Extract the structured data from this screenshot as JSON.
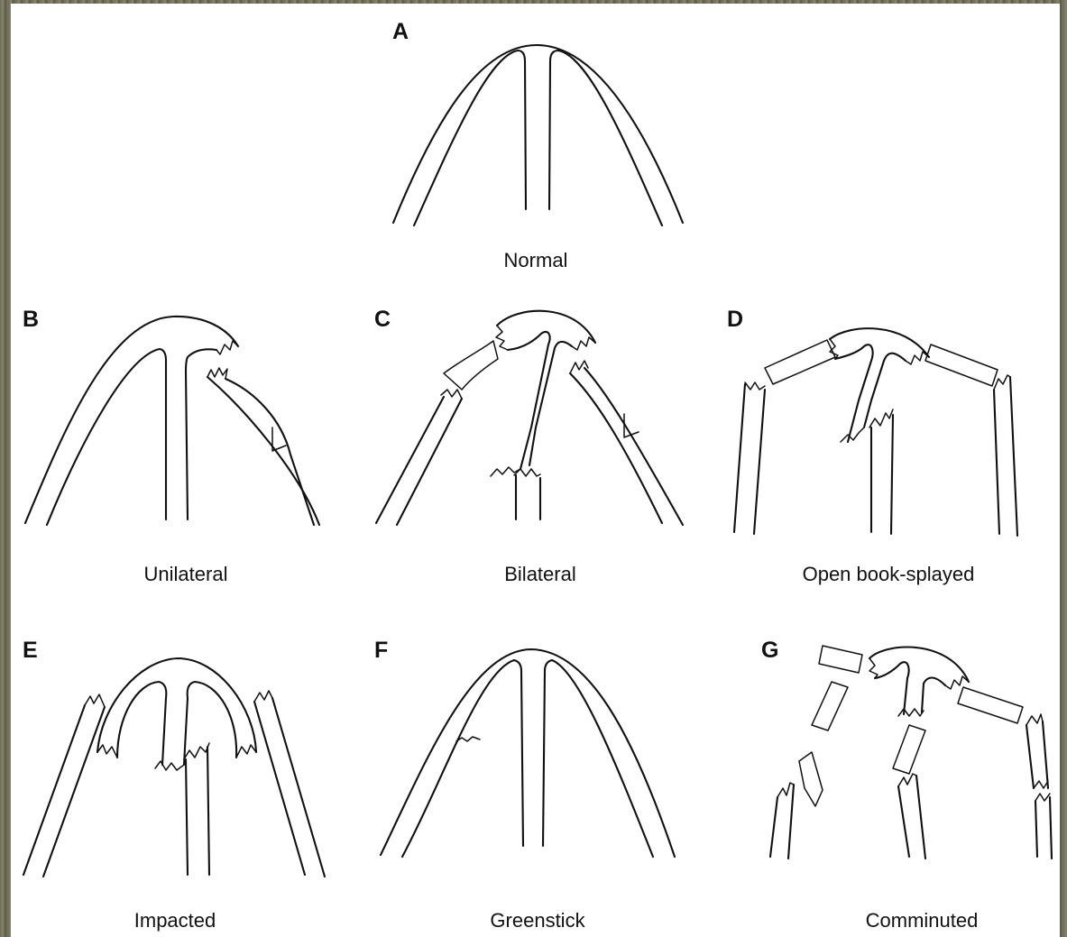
{
  "panels": [
    {
      "letter": "A",
      "caption": "Normal"
    },
    {
      "letter": "B",
      "caption": "Unilateral"
    },
    {
      "letter": "C",
      "caption": "Bilateral"
    },
    {
      "letter": "D",
      "caption": "Open book-splayed"
    },
    {
      "letter": "E",
      "caption": "Impacted"
    },
    {
      "letter": "F",
      "caption": "Greenstick"
    },
    {
      "letter": "G",
      "caption": "Comminuted"
    }
  ]
}
